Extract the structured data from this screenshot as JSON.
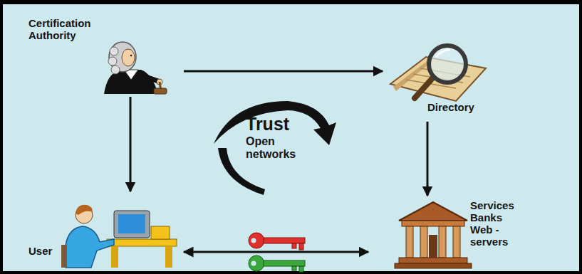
{
  "diagram": {
    "nodes": [
      {
        "text": [
          "Certification Authority"
        ]
      },
      {
        "text": [
          "Directory"
        ]
      },
      {
        "text": [
          "User"
        ]
      },
      {
        "text": [
          "Services Banks Web - servers"
        ]
      }
    ],
    "edges": [
      {
        "from": 0,
        "to": 1,
        "arrow": "to"
      },
      {
        "from": 0,
        "to": 2,
        "arrow": "to"
      },
      {
        "from": 1,
        "to": 3,
        "arrow": "to"
      },
      {
        "from": 2,
        "to": 3,
        "arrow": "both"
      }
    ],
    "labels": [
      "Trust",
      "Open networks"
    ]
  }
}
